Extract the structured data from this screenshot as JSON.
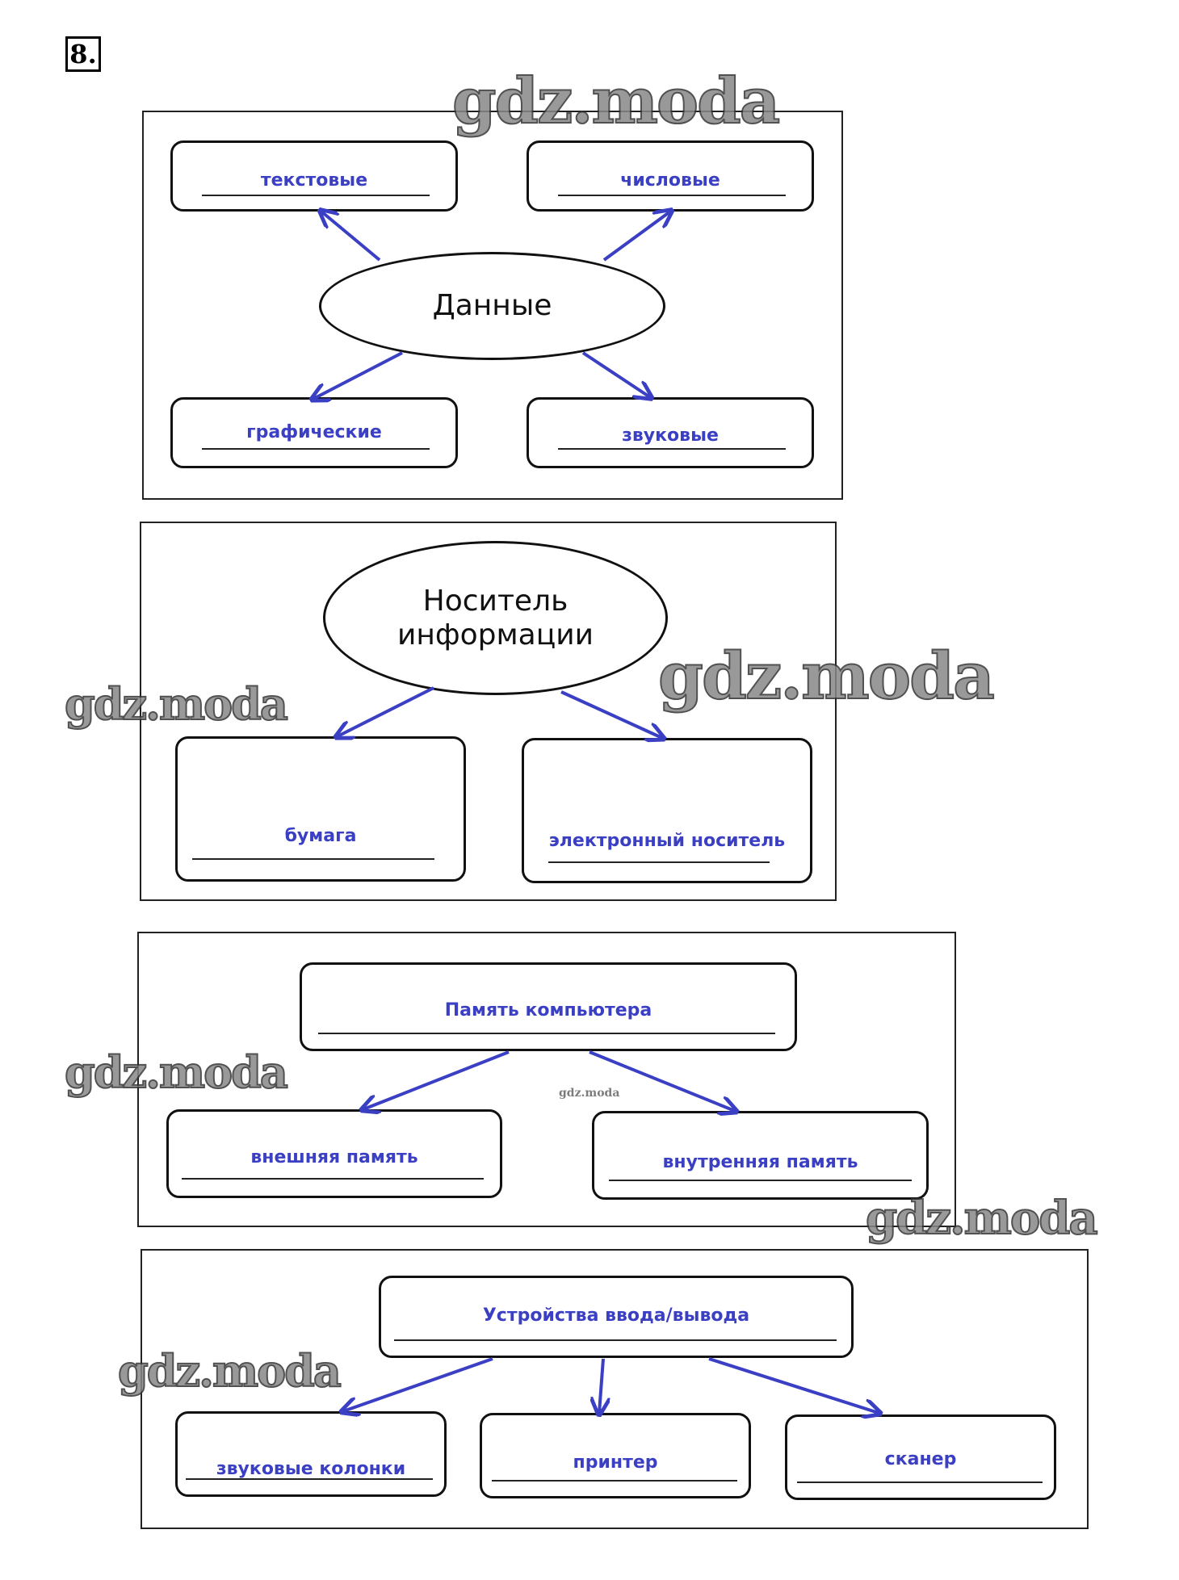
{
  "exercise_number": "8.",
  "watermark": "gdz.moda",
  "colors": {
    "answer_text": "#3a3fc4",
    "arrow": "#3a3fc4",
    "outline": "#111111"
  },
  "diagram1": {
    "center": "Данные",
    "answers": [
      "текстовые",
      "числовые",
      "графические",
      "звуковые"
    ]
  },
  "diagram2": {
    "center": "Носитель информации",
    "answers": [
      "бумага",
      "электронный носитель"
    ]
  },
  "diagram3": {
    "root": "Память компьютера",
    "answers": [
      "внешняя память",
      "внутренняя память"
    ]
  },
  "diagram4": {
    "root": "Устройства ввода/вывода",
    "answers": [
      "звуковые колонки",
      "принтер",
      "сканер"
    ]
  }
}
